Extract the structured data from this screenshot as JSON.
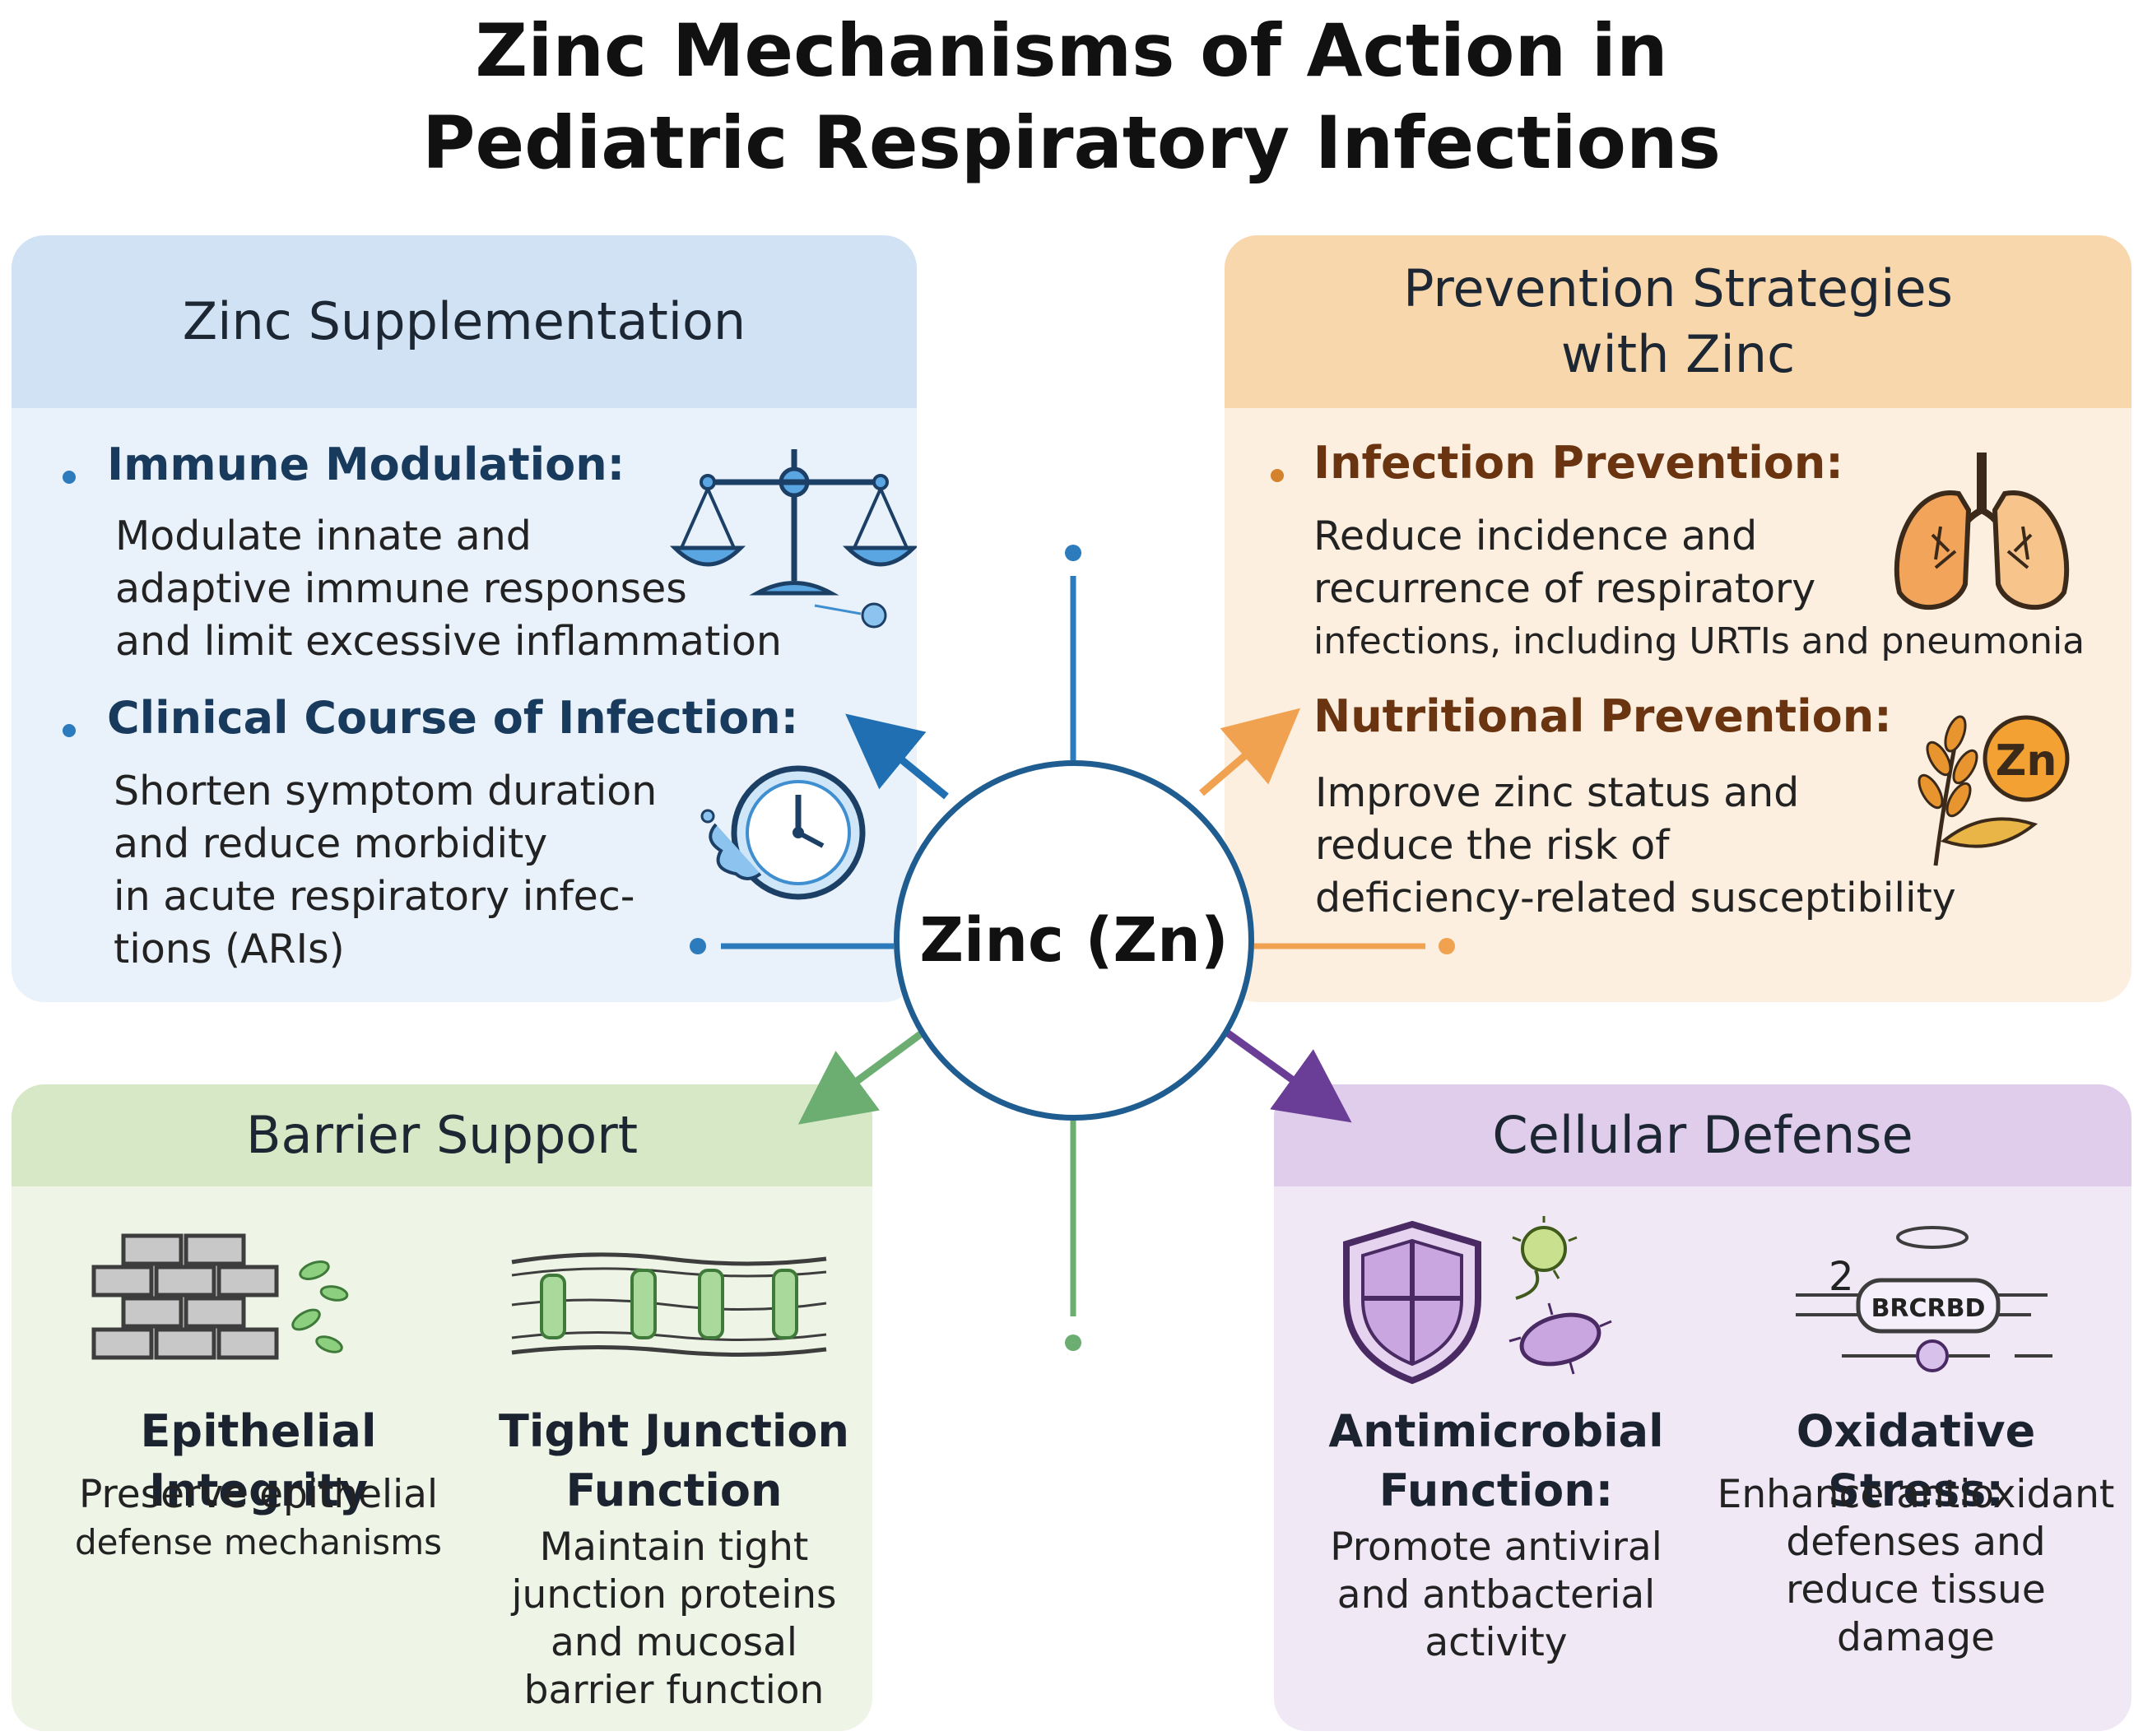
{
  "title": {
    "line1": "Zinc Mechanisms of Action in",
    "line2": "Pediatric Respiratory Infections"
  },
  "center": {
    "label": "Zinc (Zn)"
  },
  "panels": {
    "supplementation": {
      "heading": "Zinc Supplementation",
      "color": "#2b7bbd",
      "items": [
        {
          "title": "Immune Modulation:",
          "lines": [
            "Modulate innate and",
            "adaptive immune responses",
            "and limit excessive inflammation"
          ],
          "icon": "scales-icon"
        },
        {
          "title": "Clinical Course of Infection:",
          "lines": [
            "Shorten symptom duration",
            "and reduce morbidity",
            "in acute respiratory infec-",
            "tions (ARIs)"
          ],
          "icon": "clock-icon"
        }
      ]
    },
    "prevention": {
      "heading_line1": "Prevention Strategies",
      "heading_line2": "with Zinc",
      "color": "#d4822c",
      "items": [
        {
          "title": "Infection Prevention:",
          "lines": [
            "Reduce incidence and",
            "recurrence of respiratory",
            "infections, including URTIs and pneumonia"
          ],
          "icon": "lungs-icon"
        },
        {
          "title": "Nutritional Prevention:",
          "lines": [
            "Improve zinc status and",
            "reduce the risk of",
            "deficiency-related susceptibility"
          ],
          "icon": "wheat-zinc-icon",
          "badge": "Zn"
        }
      ]
    },
    "barrier": {
      "heading": "Barrier Support",
      "color": "#5a9e5e",
      "items": [
        {
          "title_lines": [
            "Epithelial Integrity"
          ],
          "lines": [
            "Preserve epithelial",
            "defense mechanisms"
          ],
          "icon": "brick-wall-icon"
        },
        {
          "title_lines": [
            "Tight Junction",
            "Function"
          ],
          "lines": [
            "Maintain tight",
            "junction proteins",
            "and mucosal",
            "barrier function"
          ],
          "icon": "tight-junction-icon"
        }
      ]
    },
    "cellular": {
      "heading": "Cellular Defense",
      "color": "#7b4ea3",
      "items": [
        {
          "title_lines": [
            "Antimicrobial",
            "Function:"
          ],
          "lines": [
            "Promote antiviral",
            "and antbacterial",
            "activity"
          ],
          "icon": "shield-microbe-icon"
        },
        {
          "title_lines": [
            "Oxidative Stress:"
          ],
          "lines": [
            "Enhance antioxidant",
            "defenses  and",
            "reduce tissue damage"
          ],
          "icon": "molecule-icon",
          "icon_text_number": "2",
          "icon_text_label": "BRCRBD"
        }
      ]
    }
  }
}
